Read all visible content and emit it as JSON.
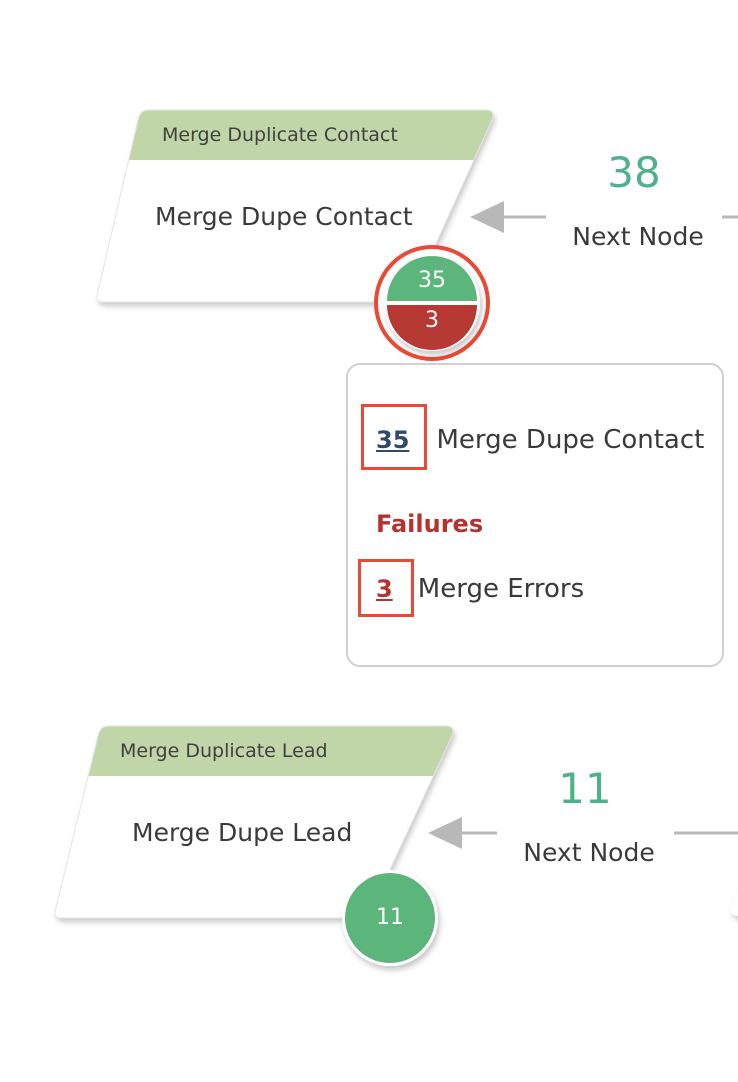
{
  "flow": {
    "nodes": [
      {
        "header": "Merge Duplicate Contact",
        "title": "Merge Dupe Contact",
        "badge_success": "35",
        "badge_failure": "3",
        "incoming_count": "38",
        "incoming_label": "Next Node"
      },
      {
        "header": "Merge Duplicate Lead",
        "title": "Merge Dupe Lead",
        "badge_success": "11",
        "incoming_count": "11",
        "incoming_label": "Next Node"
      }
    ],
    "popup": {
      "success_count": "35",
      "success_label": "Merge Dupe Contact",
      "failures_title": "Failures",
      "failure_count": "3",
      "failure_label": "Merge Errors"
    }
  },
  "colors": {
    "header_green": "#c0d6a8",
    "success_green": "#5cb57a",
    "failure_red": "#b73934",
    "count_teal": "#4fb08c",
    "highlight": "#e84a35",
    "connector_gray": "#b8b8b8"
  },
  "icons": {
    "connector_arrow": "arrow-left-icon"
  }
}
